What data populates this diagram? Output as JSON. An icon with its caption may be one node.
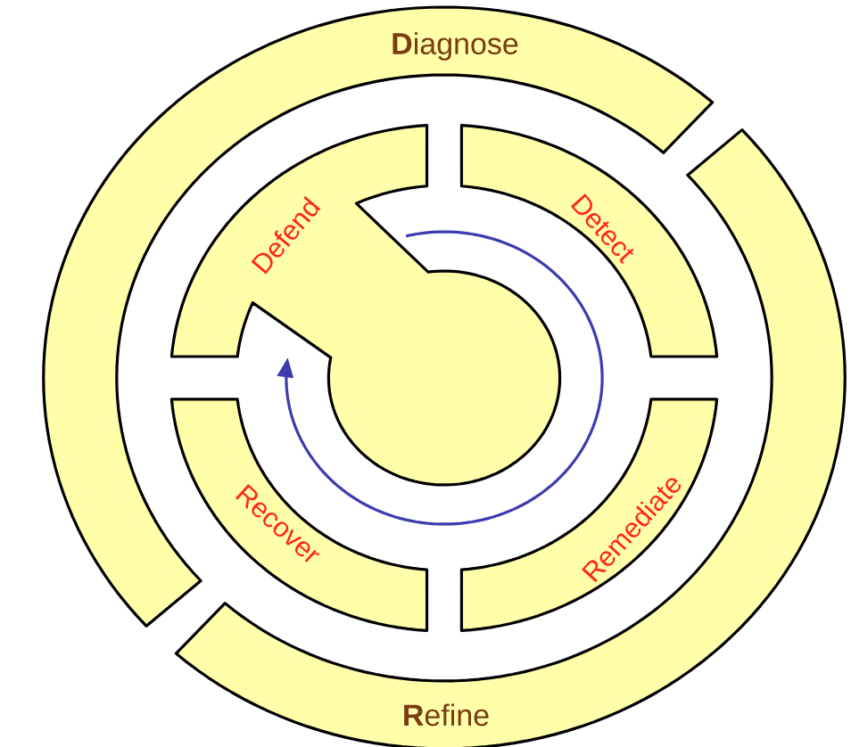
{
  "diagram": {
    "nodes": [
      {
        "text": [
          "**D**iagnose"
        ]
      },
      {
        "text": [
          "**R**efine"
        ]
      },
      {
        "text": [
          "Defend"
        ]
      },
      {
        "text": [
          "Detect"
        ]
      },
      {
        "text": [
          "Remediate"
        ]
      },
      {
        "text": [
          "Recover"
        ]
      }
    ]
  }
}
